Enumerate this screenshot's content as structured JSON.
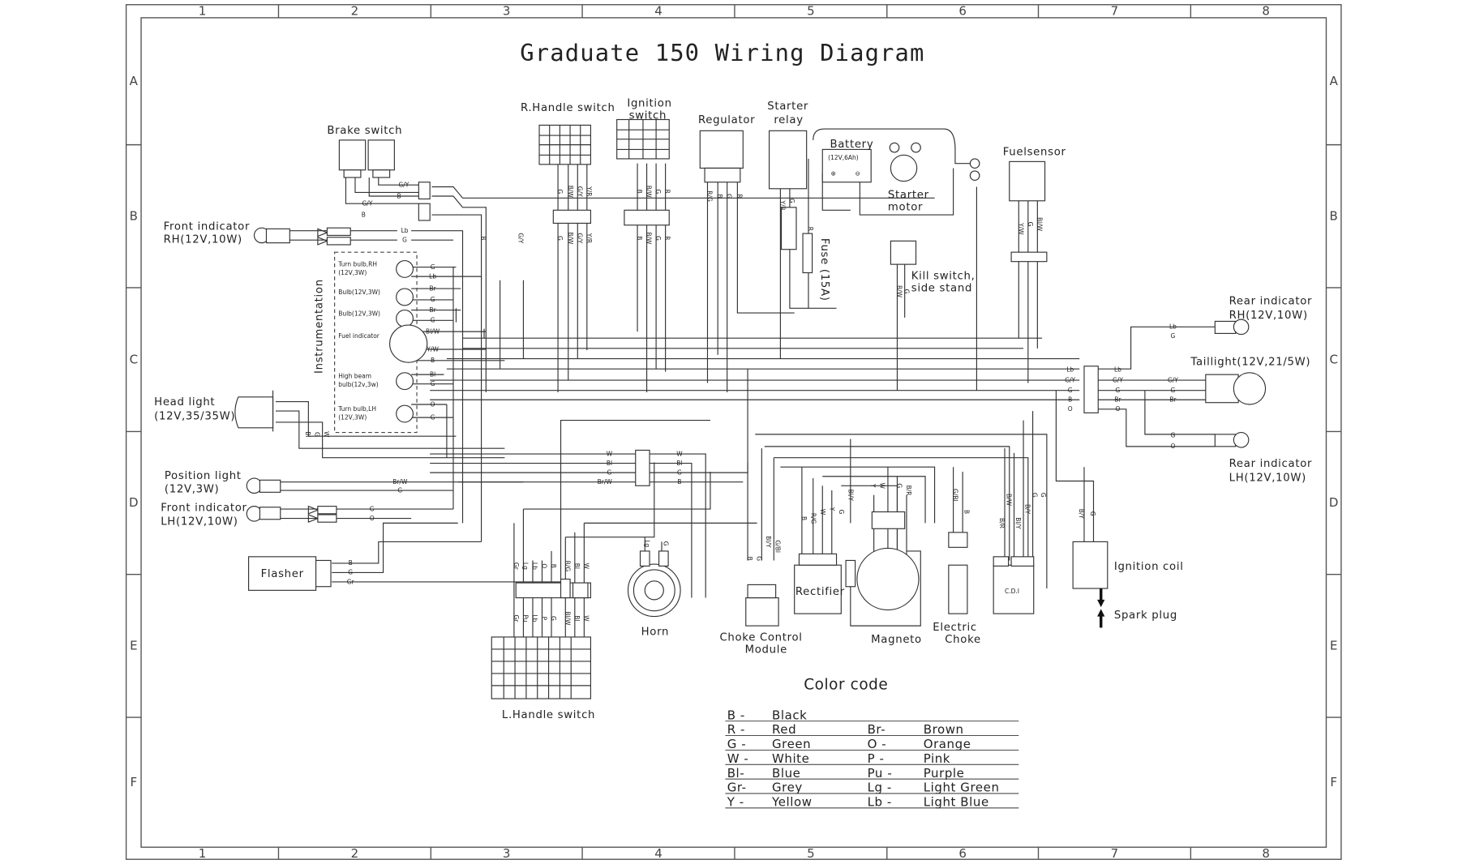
{
  "title": "Graduate 150 Wiring Diagram",
  "grid": {
    "columns": [
      "1",
      "2",
      "3",
      "4",
      "5",
      "6",
      "7",
      "8"
    ],
    "rows": [
      "A",
      "B",
      "C",
      "D",
      "E",
      "F"
    ]
  },
  "components": {
    "brake_switch": "Brake switch",
    "r_handle_switch": "R.Handle switch",
    "ignition_switch": [
      "Ignition",
      "switch"
    ],
    "regulator": "Regulator",
    "starter_relay": [
      "Starter",
      "relay"
    ],
    "battery": "Battery",
    "battery_spec": "(12V,6Ah)",
    "starter_motor": [
      "Starter",
      "motor"
    ],
    "fuse": "Fuse (15A)",
    "fuel_sensor": "Fuelsensor",
    "kill_switch": [
      "Kill switch,",
      "side stand"
    ],
    "front_indicator_rh": [
      "Front indicator",
      "RH(12V,10W)"
    ],
    "instrumentation": "Instrumentation",
    "instr_items": [
      [
        "Turn bulb,RH",
        "(12V,3W)"
      ],
      [
        "Bulb(12V,3W)"
      ],
      [
        "Bulb(12V,3W)"
      ],
      [
        "Fuel indicator"
      ],
      [
        "High beam",
        "bulb(12v,3w)"
      ],
      [
        "Turn bulb,LH",
        "(12V,3W)"
      ]
    ],
    "head_light": [
      "Head light",
      "(12V,35/35W)"
    ],
    "position_light": [
      "Position light",
      "(12V,3W)"
    ],
    "front_indicator_lh": [
      "Front indicator",
      "LH(12V,10W)"
    ],
    "flasher": "Flasher",
    "l_handle_switch": "L.Handle switch",
    "horn": "Horn",
    "choke_control_module": [
      "Choke Control",
      "Module"
    ],
    "rectifier": "Rectifier",
    "magneto": "Magneto",
    "electric_choke": [
      "Electric",
      "Choke"
    ],
    "cdi": "C.D.I",
    "ignition_coil": "Ignition coil",
    "spark_plug": "Spark plug",
    "rear_indicator_rh": [
      "Rear indicator",
      "RH(12V,10W)"
    ],
    "taillight": "Taillight(12V,21/5W)",
    "rear_indicator_lh": [
      "Rear indicator",
      "LH(12V,10W)"
    ]
  },
  "wire_labels": {
    "brake": [
      "G/Y",
      "B",
      "G/Y",
      "B"
    ],
    "front_rh": [
      "Lb",
      "G"
    ],
    "instr": [
      "G",
      "Lb",
      "Br",
      "G",
      "Br",
      "G",
      "Bl/W",
      "Y/W",
      "B",
      "Bl",
      "G",
      "O",
      "G"
    ],
    "headlight": [
      "Bl",
      "G",
      "W"
    ],
    "position": [
      "Br/W",
      "G"
    ],
    "front_lh": [
      "G",
      "O"
    ],
    "flasher": [
      "B",
      "G",
      "Gr"
    ],
    "center_left": [
      "W",
      "Bl",
      "G",
      "Br/W"
    ],
    "center_right": [
      "W",
      "Bl",
      "G",
      "B"
    ],
    "rear_left": [
      "Lb",
      "G/Y",
      "G",
      "B",
      "O"
    ],
    "rear_right": [
      "Lb",
      "G/Y",
      "G",
      "Br",
      "O"
    ],
    "rear_rh": [
      "Lb",
      "G"
    ],
    "taillight": [
      "G/Y",
      "G",
      "Br"
    ],
    "rear_lh": [
      "G",
      "O"
    ],
    "r_handle_top": [
      "G",
      "B/W",
      "G/Y",
      "Y/R"
    ],
    "ignition_top": [
      "B",
      "B/W",
      "G",
      "R"
    ],
    "regulator": [
      "R/G",
      "B",
      "G",
      "R"
    ],
    "relay": [
      "Y/R",
      "G",
      "R"
    ],
    "fuel_sensor": [
      "Y/W",
      "G",
      "Bl/W"
    ],
    "kill": [
      "B/W",
      "G"
    ],
    "g_y_single": "G/Y",
    "b_single": "B",
    "lhandle_top": [
      "Gr",
      "Lg",
      "Lb",
      "O",
      "B",
      "R/G",
      "Bl",
      "W"
    ],
    "lhandle_bottom": [
      "Gr",
      "Pu",
      "Lb",
      "P",
      "G",
      "Bl/W",
      "Bl",
      "W"
    ],
    "horn": [
      "Lg",
      "G"
    ],
    "choke_module": [
      "B",
      "G",
      "Bl/Y",
      "G/Bl"
    ],
    "rectifier": [
      "B",
      "R/G",
      "W",
      "Y",
      "G"
    ],
    "magneto": [
      "Bl/Y",
      "Y",
      "W",
      "G",
      "B/R"
    ],
    "echoke": [
      "G/Bl",
      "B"
    ],
    "cdi": [
      "B/R",
      "B/W",
      "Bl/Y",
      "B/Y",
      "G",
      "G"
    ],
    "coil": [
      "B/Y",
      "G"
    ]
  },
  "color_code": {
    "title": "Color code",
    "left": [
      [
        "B -",
        "Black"
      ],
      [
        "R -",
        "Red"
      ],
      [
        "G -",
        "Green"
      ],
      [
        "W -",
        "White"
      ],
      [
        "Bl-",
        "Blue"
      ],
      [
        "Gr-",
        "Grey"
      ],
      [
        "Y -",
        "Yellow"
      ]
    ],
    "right": [
      [
        "",
        ""
      ],
      [
        "Br-",
        "Brown"
      ],
      [
        "O -",
        "Orange"
      ],
      [
        "P -",
        "Pink"
      ],
      [
        "Pu -",
        "Purple"
      ],
      [
        "Lg -",
        "Light Green"
      ],
      [
        "Lb -",
        "Light Blue"
      ]
    ]
  }
}
